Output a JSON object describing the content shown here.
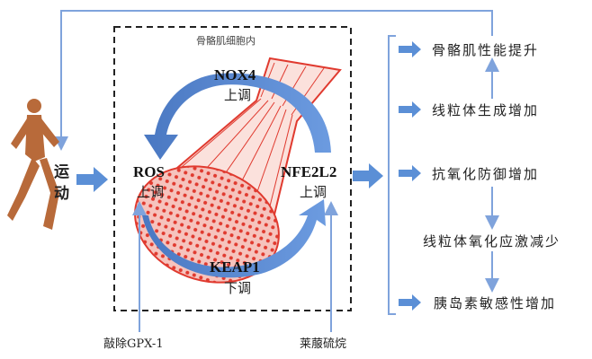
{
  "exercise_label": "运动",
  "box_label": "骨骼肌细胞内",
  "nodes": {
    "nox4": {
      "name": "NOX4",
      "state": "上调"
    },
    "ros": {
      "name": "ROS",
      "state": "上调"
    },
    "nfe2l2": {
      "name": "NFE2L2",
      "state": "上调"
    },
    "keap1": {
      "name": "KEAP1",
      "state": "下调"
    }
  },
  "interventions": {
    "left": "敲除GPX-1",
    "right": "莱菔硫烷"
  },
  "outcomes": [
    "骨骼肌性能提升",
    "线粒体生成增加",
    "抗氧化防御增加",
    "线粒体氧化应激减少",
    "胰岛素敏感性增加"
  ],
  "colors": {
    "arrow": "#5b8fd6",
    "line": "#7fa3dc",
    "muscle": "#e03a2f"
  }
}
